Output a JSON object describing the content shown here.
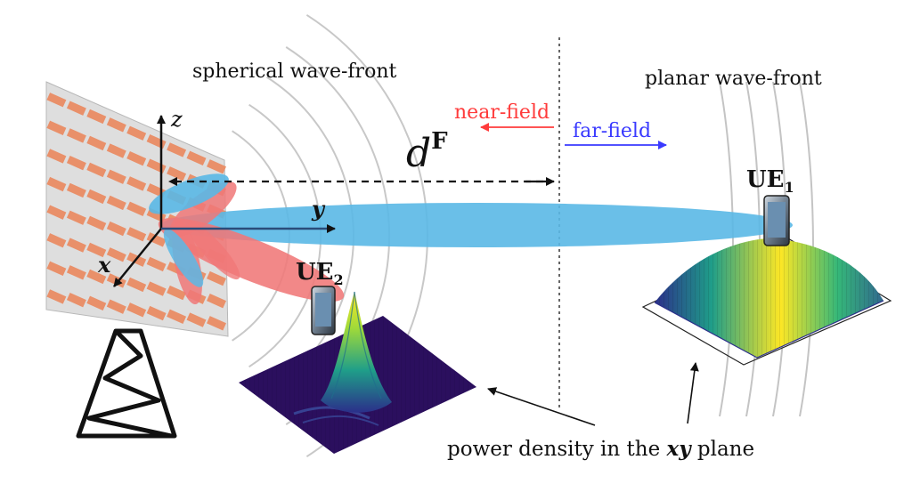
{
  "labels": {
    "spherical": "spherical wave-front",
    "planar": "planar wave-front",
    "near_field": "near-field",
    "far_field": "far-field",
    "distance_symbol": "d",
    "distance_superscript": "F",
    "axis_z": "z",
    "axis_y": "y",
    "axis_x": "x",
    "ue1_base": "UE",
    "ue1_sub": "1",
    "ue2_base": "UE",
    "ue2_sub": "2",
    "power_density_prefix": "power density in the ",
    "power_density_var": "xy",
    "power_density_suffix": " plane"
  },
  "colors": {
    "near_field": "#ff3b3b",
    "far_field": "#3a3aff",
    "beam_blue": "#5ab8e6",
    "beam_red": "#f07878",
    "panel_element": "#e9906a",
    "surface_dark": "#2b0f5e"
  }
}
